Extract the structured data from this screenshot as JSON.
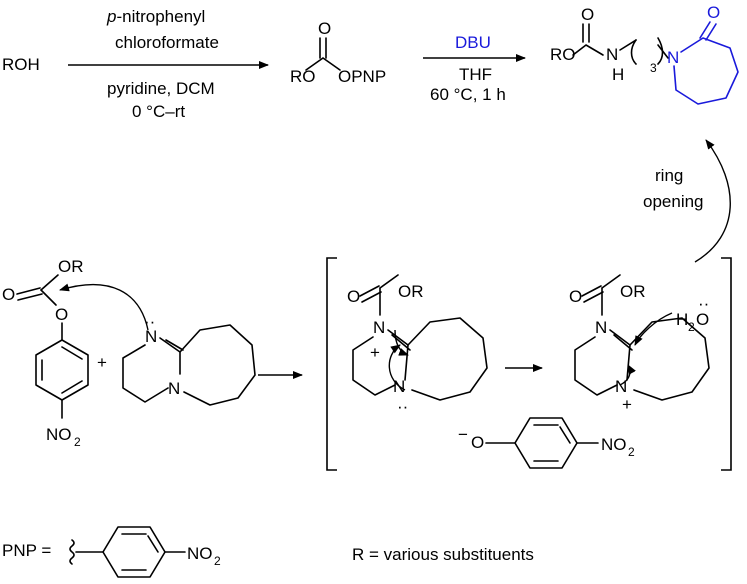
{
  "step1": {
    "reactant": "ROH",
    "reagent_line1_prefix": "p",
    "reagent_line1_rest": "-nitrophenyl",
    "reagent_line2": "chloroformate",
    "condition_line1": "pyridine, DCM",
    "condition_line2": "0 °C–rt"
  },
  "carbonate": {
    "o_top": "O",
    "ro": "RO",
    "opnp": "OPNP"
  },
  "step2": {
    "reagent": "DBU",
    "solvent": "THF",
    "conditions": "60 °C, 1 h"
  },
  "product": {
    "o_top": "O",
    "ro": "RO",
    "n": "N",
    "h": "H",
    "sub": "3",
    "ring_n": "N",
    "ring_o": "O"
  },
  "ring_opening": {
    "line1": "ring",
    "line2": "opening"
  },
  "mech1": {
    "carbonate_or": "OR",
    "o_left": "O",
    "o_aryl": "O",
    "plus": "+",
    "no2": "NO",
    "no2_sub": "2",
    "dbu_n_top": "N",
    "dbu_n_bottom": "N",
    "lone_pair": "··"
  },
  "mech2": {
    "o": "O",
    "or": "OR",
    "n_top": "N",
    "plus": "+",
    "n_bottom": "N",
    "lone_pair": "··"
  },
  "mech3": {
    "o": "O",
    "or": "OR",
    "n_top": "N",
    "n_bottom": "N",
    "plus": "+",
    "water": "H",
    "water_sub": "2",
    "water_o": "O",
    "lone_pair": "··"
  },
  "phenoxide": {
    "minus": "−",
    "o": "O",
    "no2": "NO",
    "no2_sub": "2"
  },
  "legend": {
    "pnp_label": "PNP =",
    "pnp_no2": "NO",
    "pnp_no2_sub": "2",
    "r_def": "R = various substituents"
  },
  "colors": {
    "black": "#000000",
    "blue": "#1a1adb"
  }
}
